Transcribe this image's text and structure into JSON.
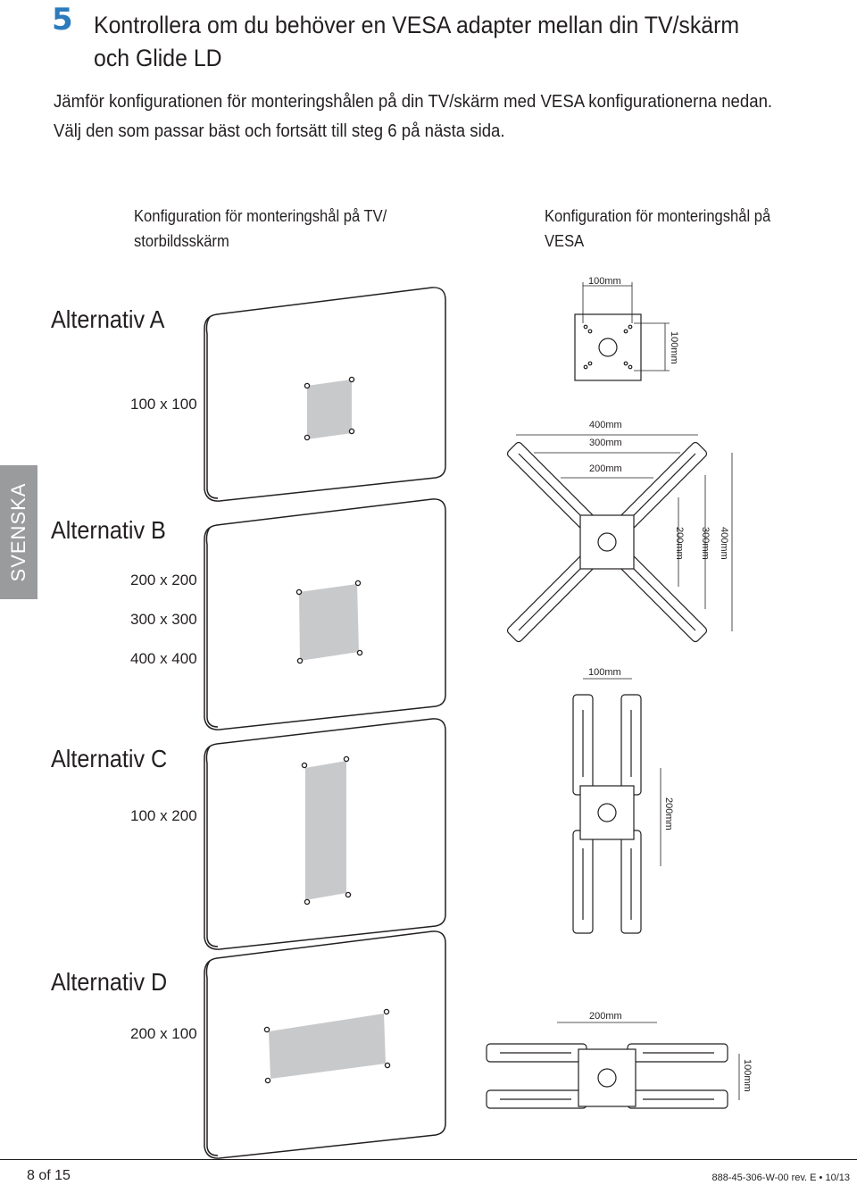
{
  "step": {
    "number": "5",
    "title": "Kontrollera om du behöver en VESA adapter mellan din TV/skärm och Glide LD"
  },
  "intro": "Jämför konfigurationen för monteringshålen på din TV/skärm med VESA konfigurationerna nedan. Välj den som passar bäst och fortsätt till steg 6 på nästa sida.",
  "columns": {
    "tv": "Konfiguration för monteringshål på TV/ storbildsskärm",
    "vesa": "Konfiguration för monteringshål på VESA"
  },
  "side_tab": "SVENSKA",
  "options": [
    {
      "name": "Alternativ A",
      "sizes": [
        "100 x 100"
      ]
    },
    {
      "name": "Alternativ B",
      "sizes": [
        "200 x 200",
        "300 x 300",
        "400 x 400"
      ]
    },
    {
      "name": "Alternativ C",
      "sizes": [
        "100 x 200"
      ]
    },
    {
      "name": "Alternativ D",
      "sizes": [
        "200 x 100"
      ]
    }
  ],
  "dimensions": {
    "a_top": "100mm",
    "a_side": "100mm",
    "b_400": "400mm",
    "b_300": "300mm",
    "b_200": "200mm",
    "b_v200": "200mm",
    "b_v300": "300mm",
    "b_v400": "400mm",
    "c_top": "100mm",
    "c_side": "200mm",
    "d_top": "200mm",
    "d_side": "100mm"
  },
  "footer": {
    "page": "8 of 15",
    "doc": "888-45-306-W-00 rev. E • 10/13"
  }
}
